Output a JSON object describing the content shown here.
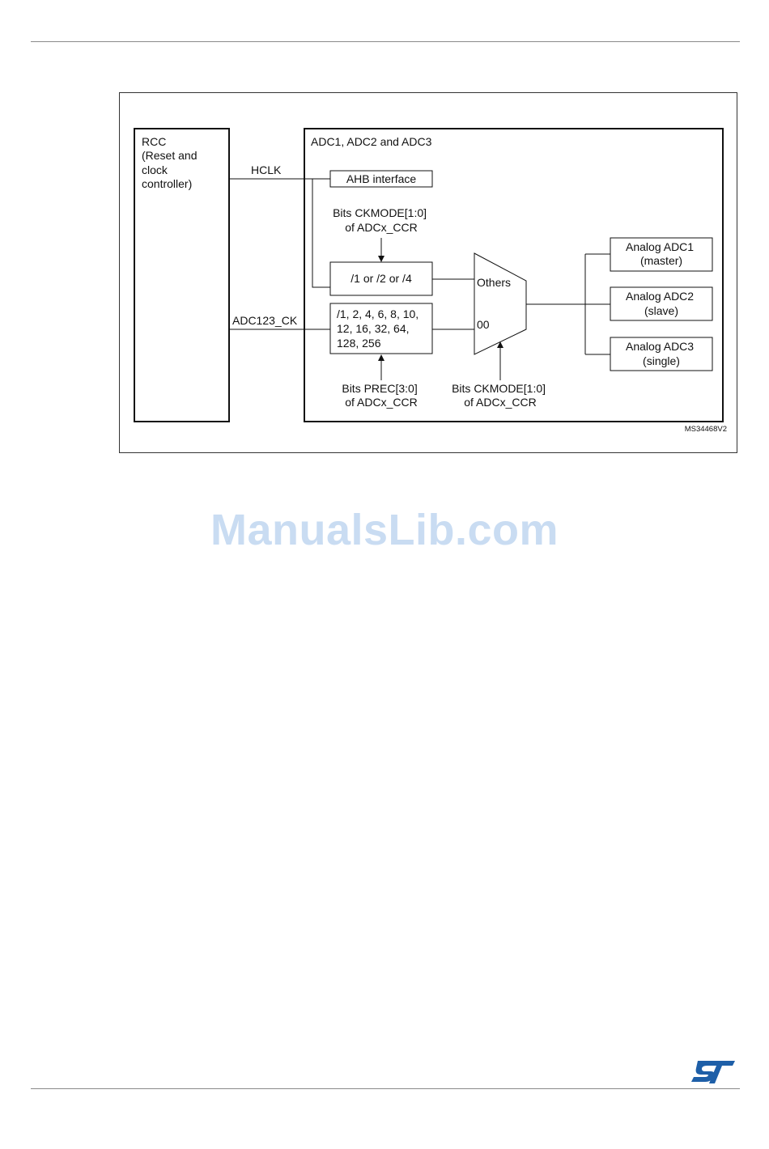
{
  "diagram": {
    "rcc_label": [
      "RCC",
      "(Reset and",
      "clock",
      "controller)"
    ],
    "adc_block_label": "ADC1, ADC2 and ADC3",
    "hclk_label": "HCLK",
    "adc123_ck_label": "ADC123_CK",
    "ahb_interface_label": "AHB interface",
    "ckmode_top_label": [
      "Bits CKMODE[1:0]",
      "of ADCx_CCR"
    ],
    "divider_label": "/1 or /2 or /4",
    "prescaler_label": [
      "/1, 2, 4, 6, 8, 10,",
      "12, 16, 32, 64,",
      "128, 256"
    ],
    "prec_label": [
      "Bits PREC[3:0]",
      "of ADCx_CCR"
    ],
    "ckmode_bottom_label": [
      "Bits CKMODE[1:0]",
      "of ADCx_CCR"
    ],
    "mux_input_others": "Others",
    "mux_input_00": "00",
    "analog_adc1": [
      "Analog ADC1",
      "(master)"
    ],
    "analog_adc2": [
      "Analog ADC2",
      "(slave)"
    ],
    "analog_adc3": [
      "Analog ADC3",
      "(single)"
    ],
    "figure_id": "MS34468V2"
  },
  "watermark": "ManualsLib.com",
  "logo": "st-logo"
}
